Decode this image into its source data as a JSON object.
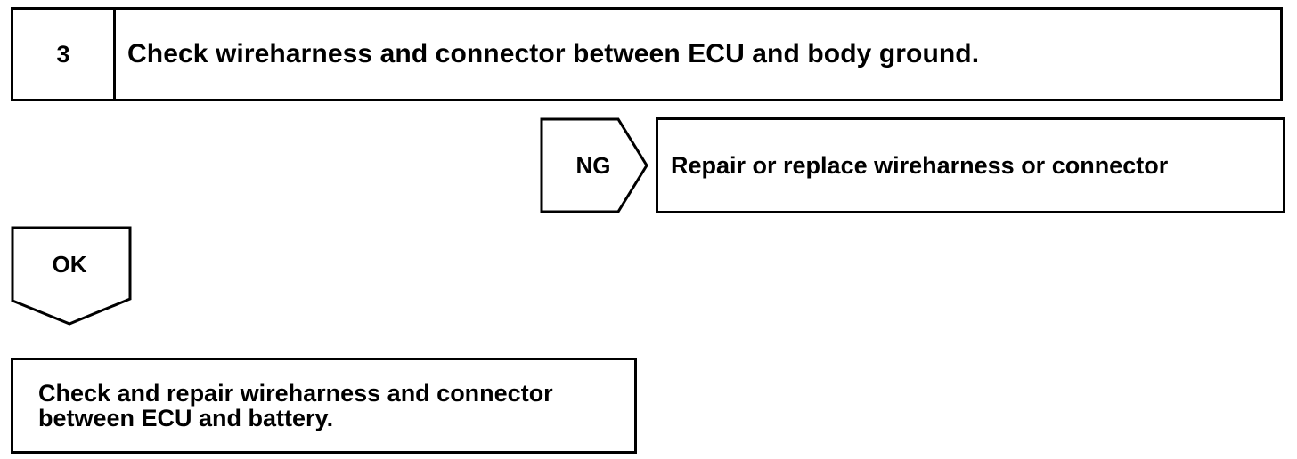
{
  "step": {
    "number": "3",
    "title": "Check wireharness and connector between ECU and body ground."
  },
  "ng_branch": {
    "label": "NG",
    "action": "Repair or replace wireharness or connector"
  },
  "ok_branch": {
    "label": "OK"
  },
  "final_action": {
    "line1": "Check and repair wireharness and connector",
    "line2": "between ECU and battery."
  }
}
